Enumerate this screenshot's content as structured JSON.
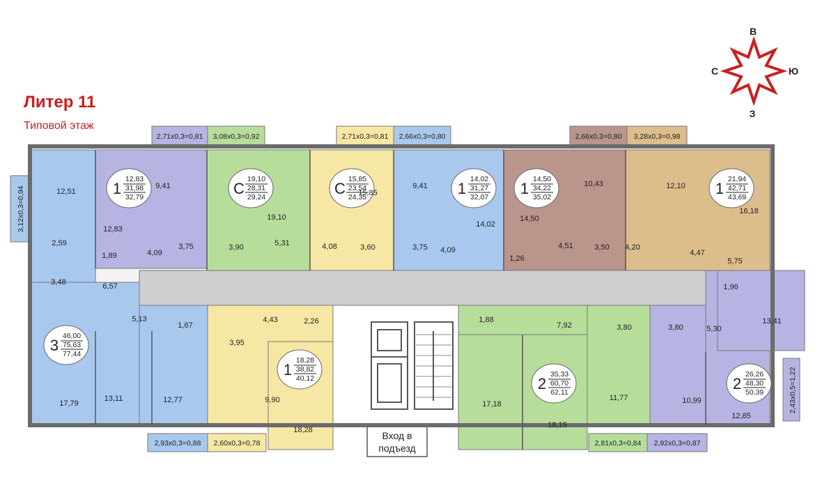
{
  "header": {
    "title": "Литер 11",
    "subtitle": "Типовой этаж"
  },
  "compass": {
    "north": "В",
    "west": "С",
    "east": "Ю",
    "south": "З"
  },
  "entrance_label": {
    "line1": "Вход в",
    "line2": "подъезд"
  },
  "balconies": [
    "2,71x0,3=0,81",
    "3,08x0,3=0,92",
    "2,71x0,3=0,81",
    "2,66x0,3=0,80",
    "2,66x0,3=0,80",
    "3,28x0,3=0,98",
    "3,12x0,3=0,94",
    "2,93x0,3=0,88",
    "2,60x0,3=0,78",
    "2,81x0,3=0,84",
    "2,92x0,3=0,87",
    "2,43x0,5=1,22"
  ],
  "apartments": [
    {
      "rooms": "1",
      "living": "12,83",
      "total": "31,98",
      "total_with_balcony": "32,79"
    },
    {
      "rooms": "С",
      "living": "19,10",
      "total": "28,31",
      "total_with_balcony": "29,24"
    },
    {
      "rooms": "С",
      "living": "15,85",
      "total": "23,54",
      "total_with_balcony": "24,35"
    },
    {
      "rooms": "1",
      "living": "14,02",
      "total": "31,27",
      "total_with_balcony": "32,07"
    },
    {
      "rooms": "1",
      "living": "14,50",
      "total": "34,22",
      "total_with_balcony": "35,02"
    },
    {
      "rooms": "1",
      "living": "21,94",
      "total": "42,71",
      "total_with_balcony": "43,69"
    },
    {
      "rooms": "3",
      "living": "46,00",
      "total": "75,63",
      "total_with_balcony": "77,44"
    },
    {
      "rooms": "1",
      "living": "18,28",
      "total": "38,82",
      "total_with_balcony": "40,12"
    },
    {
      "rooms": "2",
      "living": "35,33",
      "total": "60,70",
      "total_with_balcony": "62,11"
    },
    {
      "rooms": "2",
      "living": "26,26",
      "total": "48,30",
      "total_with_balcony": "50,39"
    }
  ],
  "room_areas": [
    "12,51",
    "12,83",
    "9,41",
    "2,59",
    "1,89",
    "4,09",
    "3,75",
    "19,10",
    "3,90",
    "5,31",
    "15,85",
    "4,08",
    "3,60",
    "9,41",
    "3,75",
    "4,09",
    "14,02",
    "14,50",
    "10,43",
    "4,51",
    "1,26",
    "3,50",
    "4,20",
    "12,10",
    "16,18",
    "4,47",
    "5,75",
    "3,48",
    "6,57",
    "5,13",
    "1,67",
    "4,43",
    "2,26",
    "3,95",
    "9,90",
    "18,28",
    "17,79",
    "13,11",
    "12,77",
    "1,88",
    "17,18",
    "7,92",
    "3,80",
    "3,80",
    "11,77",
    "18,15",
    "1,96",
    "5,30",
    "13,41",
    "10,99",
    "12,85"
  ],
  "colors": {
    "blue": "#a9c8ee",
    "purple": "#b6b4e2",
    "green": "#b7dd9b",
    "yellow": "#f7e7a4",
    "brown": "#b9958b",
    "tan": "#dcbd8c",
    "corridor": "#cfcfcf",
    "accent": "#c8201f"
  }
}
